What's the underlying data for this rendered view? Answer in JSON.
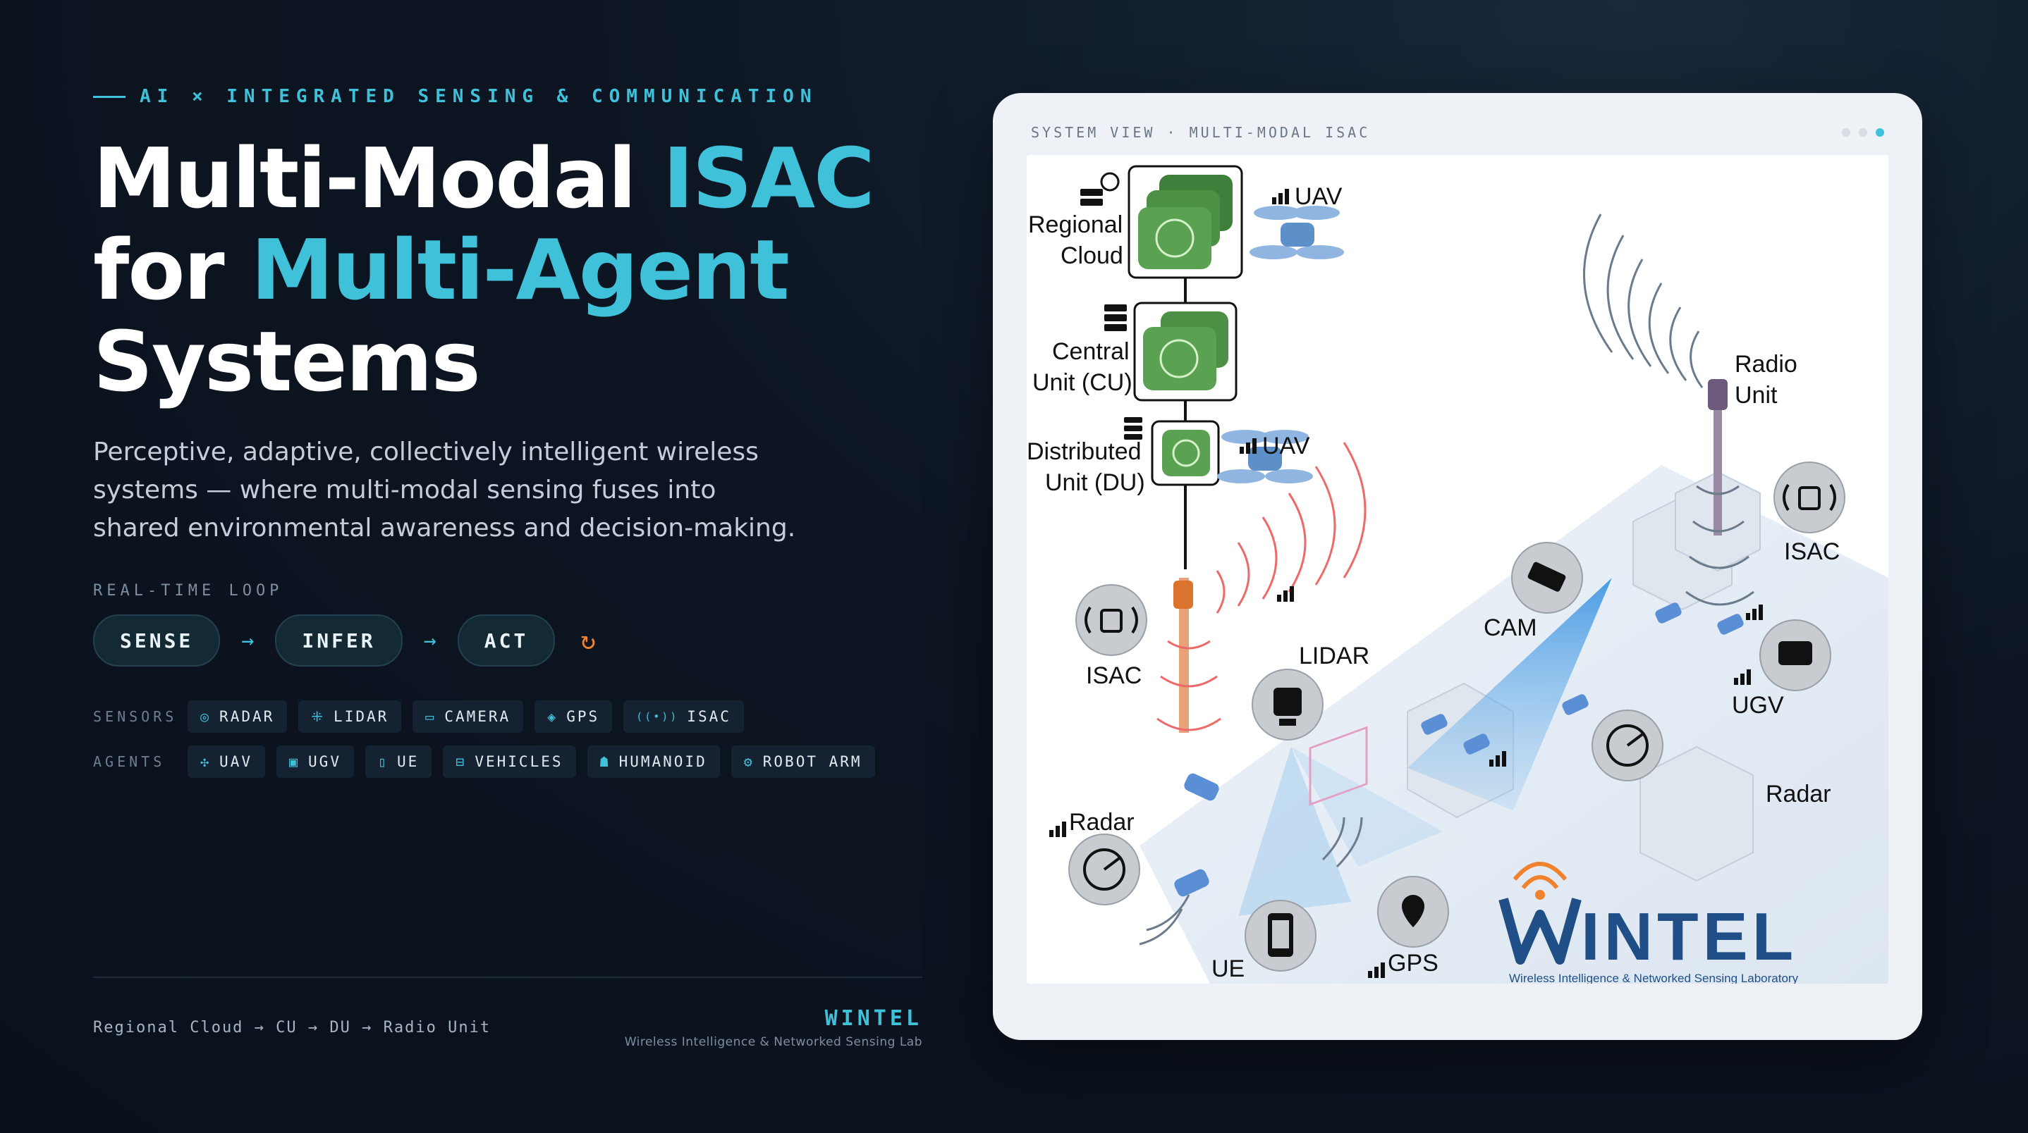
{
  "eyebrow": "AI × INTEGRATED SENSING & COMMUNICATION",
  "headline": {
    "line1_plain": "Multi-Modal ",
    "line1_accent": "ISAC",
    "line2_plain": "for ",
    "line2_accent": "Multi-Agent",
    "line3_plain": "Systems"
  },
  "subtitle": "Perceptive, adaptive, collectively intelligent wireless systems — where multi-modal sensing fuses into shared environmental awareness and decision-making.",
  "loop": {
    "label": "REAL-TIME LOOP",
    "steps": [
      "SENSE",
      "INFER",
      "ACT"
    ],
    "arrow": "→",
    "cycle_icon": "↻"
  },
  "sensors": {
    "label": "SENSORS",
    "items": [
      {
        "icon": "radar-icon",
        "glyph": "◎",
        "label": "RADAR"
      },
      {
        "icon": "lidar-icon",
        "glyph": "⁜",
        "label": "LIDAR"
      },
      {
        "icon": "camera-icon",
        "glyph": "▭",
        "label": "CAMERA"
      },
      {
        "icon": "gps-icon",
        "glyph": "◈",
        "label": "GPS"
      },
      {
        "icon": "isac-icon",
        "glyph": "((•))",
        "label": "ISAC"
      }
    ]
  },
  "agents": {
    "label": "AGENTS",
    "items": [
      {
        "icon": "uav-icon",
        "glyph": "✣",
        "label": "UAV"
      },
      {
        "icon": "ugv-icon",
        "glyph": "▣",
        "label": "UGV"
      },
      {
        "icon": "ue-icon",
        "glyph": "▯",
        "label": "UE"
      },
      {
        "icon": "vehicles-icon",
        "glyph": "⊟",
        "label": "VEHICLES"
      },
      {
        "icon": "humanoid-icon",
        "glyph": "☗",
        "label": "HUMANOID"
      },
      {
        "icon": "robot-arm-icon",
        "glyph": "⚙",
        "label": "ROBOT ARM"
      }
    ]
  },
  "footer": {
    "hierarchy": "Regional Cloud → CU → DU → Radio Unit",
    "brand": "WINTEL",
    "brand_sub": "Wireless Intelligence & Networked Sensing Lab"
  },
  "card": {
    "header": "SYSTEM VIEW · MULTI-MODAL ISAC",
    "window_dots": [
      "#d5dce4",
      "#d5dce4",
      "#3fc1d9"
    ]
  },
  "diagram": {
    "regional_cloud": [
      "Regional",
      "Cloud"
    ],
    "central_unit": [
      "Central",
      "Unit (CU)"
    ],
    "distributed_unit": [
      "Distributed",
      "Unit (DU)"
    ],
    "uav_top": "UAV",
    "uav_mid": "UAV",
    "radio_unit": [
      "Radio",
      "Unit"
    ],
    "isac_right": "ISAC",
    "isac_left": "ISAC",
    "cam": "CAM",
    "lidar": "LIDAR",
    "ugv": "UGV",
    "radar_right": "Radar",
    "radar_left": "Radar",
    "ue": "UE",
    "gps": "GPS",
    "logo_text": "INTEL",
    "logo_sub": "Wireless Intelligence & Networked Sensing Laboratory"
  },
  "colors": {
    "accent": "#3fc1d9",
    "cycle": "#f0822e",
    "background": "#0d1522",
    "logo_orange": "#f0822e",
    "logo_blue": "#1f4f86"
  }
}
